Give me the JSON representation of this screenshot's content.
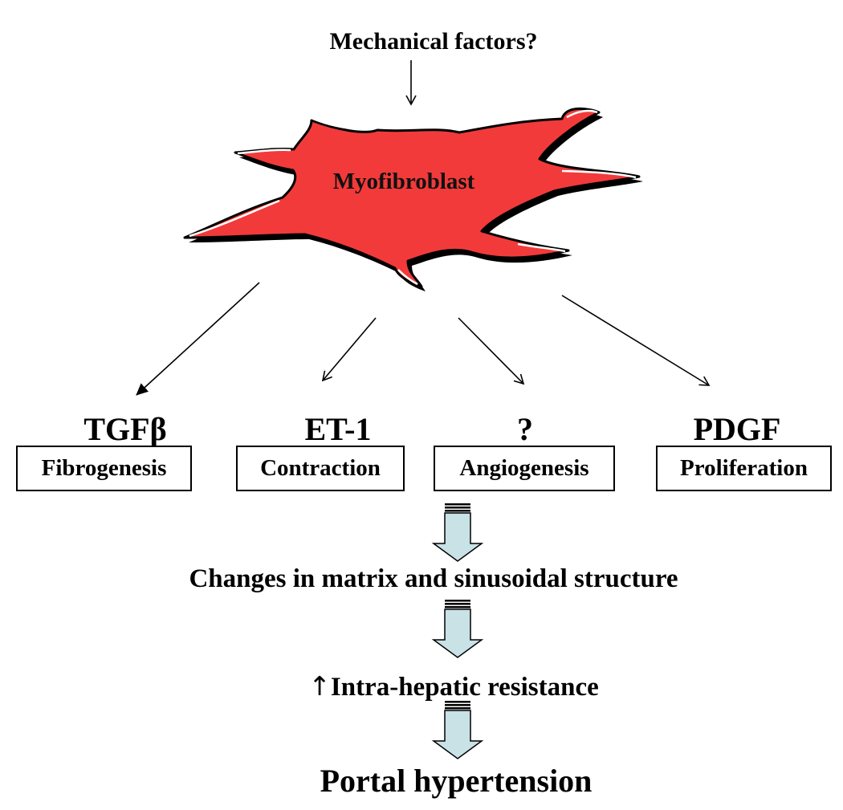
{
  "trigger": "Mechanical factors?",
  "cell": {
    "label": "Myofibroblast",
    "fill_color": "#f23a3a"
  },
  "pathways": [
    {
      "mediator": "TGFβ",
      "process": "Fibrogenesis"
    },
    {
      "mediator": "ET-1",
      "process": "Contraction"
    },
    {
      "mediator": "?",
      "process": "Angiogenesis"
    },
    {
      "mediator": "PDGF",
      "process": "Proliferation"
    }
  ],
  "cascade": {
    "steps": [
      {
        "arrow": "",
        "text": "Changes in matrix and sinusoidal structure"
      },
      {
        "arrow": "↑",
        "text": "Intra-hepatic resistance"
      },
      {
        "arrow": "",
        "text": "Portal hypertension"
      }
    ],
    "arrow_color": "#c8e2e6"
  }
}
